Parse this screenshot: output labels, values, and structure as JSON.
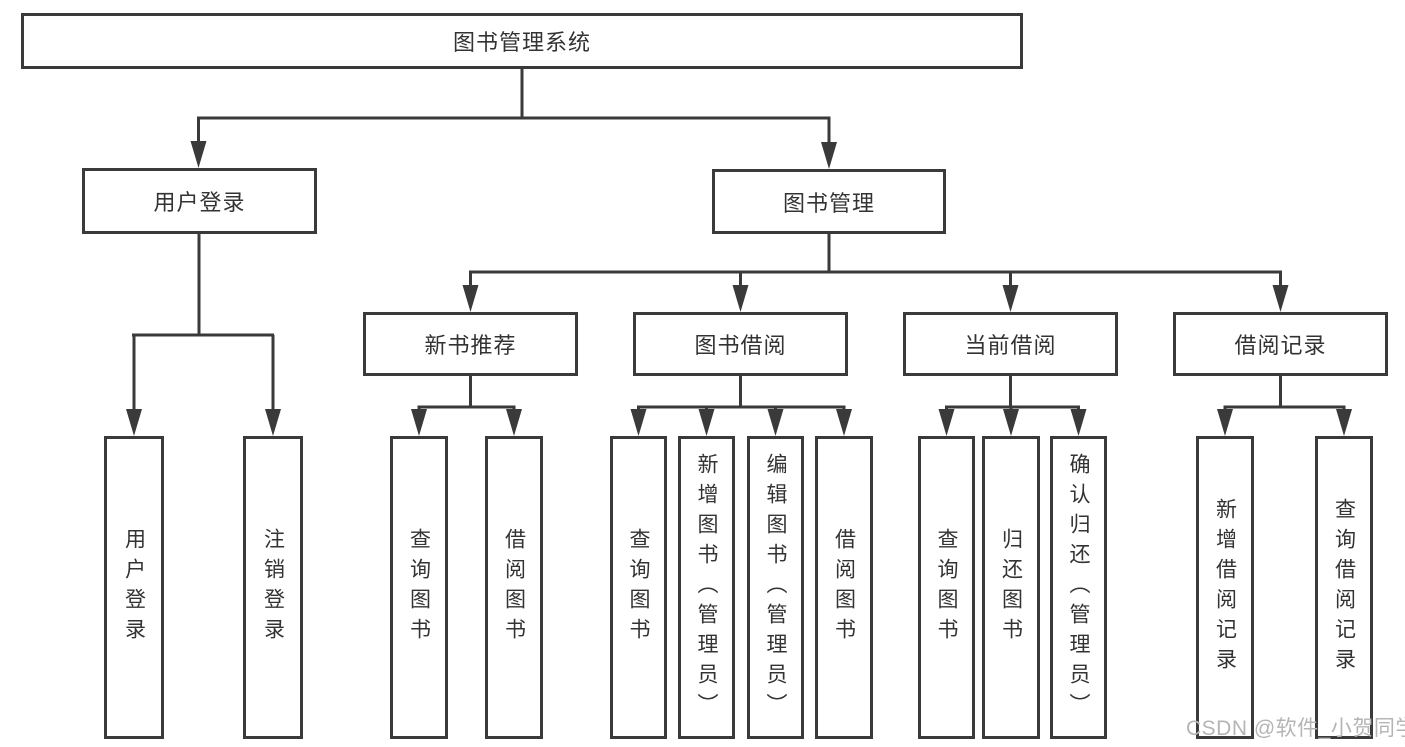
{
  "diagram": {
    "title": "图书管理系统",
    "root": {
      "label": "图书管理系统"
    },
    "level2": [
      {
        "label": "用户登录"
      },
      {
        "label": "图书管理"
      }
    ],
    "level3": [
      {
        "label": "新书推荐"
      },
      {
        "label": "图书借阅"
      },
      {
        "label": "当前借阅"
      },
      {
        "label": "借阅记录"
      }
    ],
    "leaves": [
      {
        "label": "用户登录"
      },
      {
        "label": "注销登录"
      },
      {
        "label": "查询图书"
      },
      {
        "label": "借阅图书"
      },
      {
        "label": "查询图书"
      },
      {
        "label": "新增图书（管理员）"
      },
      {
        "label": "编辑图书（管理员）"
      },
      {
        "label": "借阅图书"
      },
      {
        "label": "查询图书"
      },
      {
        "label": "归还图书"
      },
      {
        "label": "确认归还（管理员）"
      },
      {
        "label": "新增借阅记录"
      },
      {
        "label": "查询借阅记录"
      }
    ],
    "colors": {
      "line": "#3a3a3a",
      "text": "#333333",
      "watermark": "#b5b5b5",
      "background": "#ffffff"
    },
    "watermark": {
      "text": "CSDN @软件_小贺同学"
    }
  }
}
